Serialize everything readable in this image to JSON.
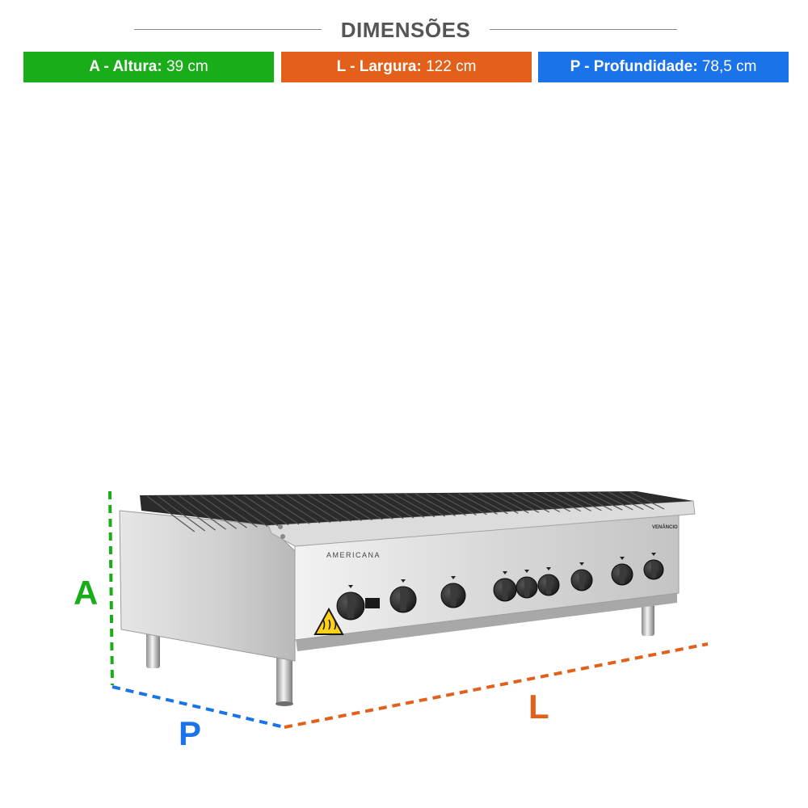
{
  "header": {
    "title": "DIMENSÕES"
  },
  "colors": {
    "altura": "#1aad1a",
    "largura": "#e2601a",
    "profundidade": "#1a73e8"
  },
  "dimensions": {
    "altura": {
      "key": "A - Altura:",
      "value": "39 cm"
    },
    "largura": {
      "key": "L - Largura:",
      "value": "122 cm"
    },
    "profundidade": {
      "key": "P - Profundidade:",
      "value": "78,5 cm"
    }
  },
  "diagram": {
    "label_a": "A",
    "label_l": "L",
    "label_p": "P"
  },
  "product": {
    "brand_text": "AMERICANA",
    "maker_text": "VENÂNCIO",
    "warning_icon": "hot-surface-warning-icon"
  }
}
